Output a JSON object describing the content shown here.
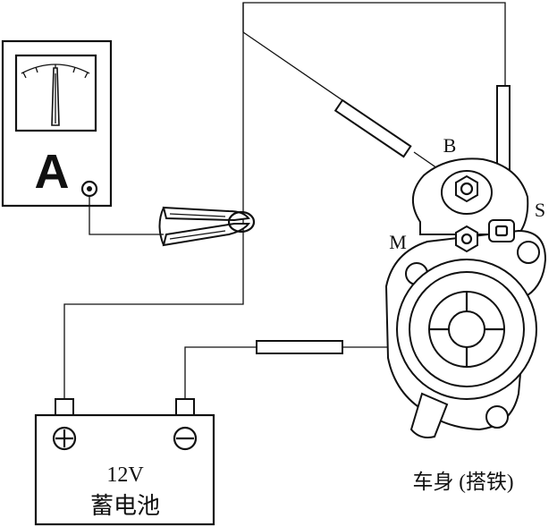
{
  "ammeter": {
    "symbol": "A"
  },
  "starter": {
    "terminal_b": "B",
    "terminal_m": "M",
    "terminal_s": "S",
    "ground_label": "车身 (搭铁)"
  },
  "battery": {
    "voltage": "12V",
    "name": "蓄电池"
  }
}
